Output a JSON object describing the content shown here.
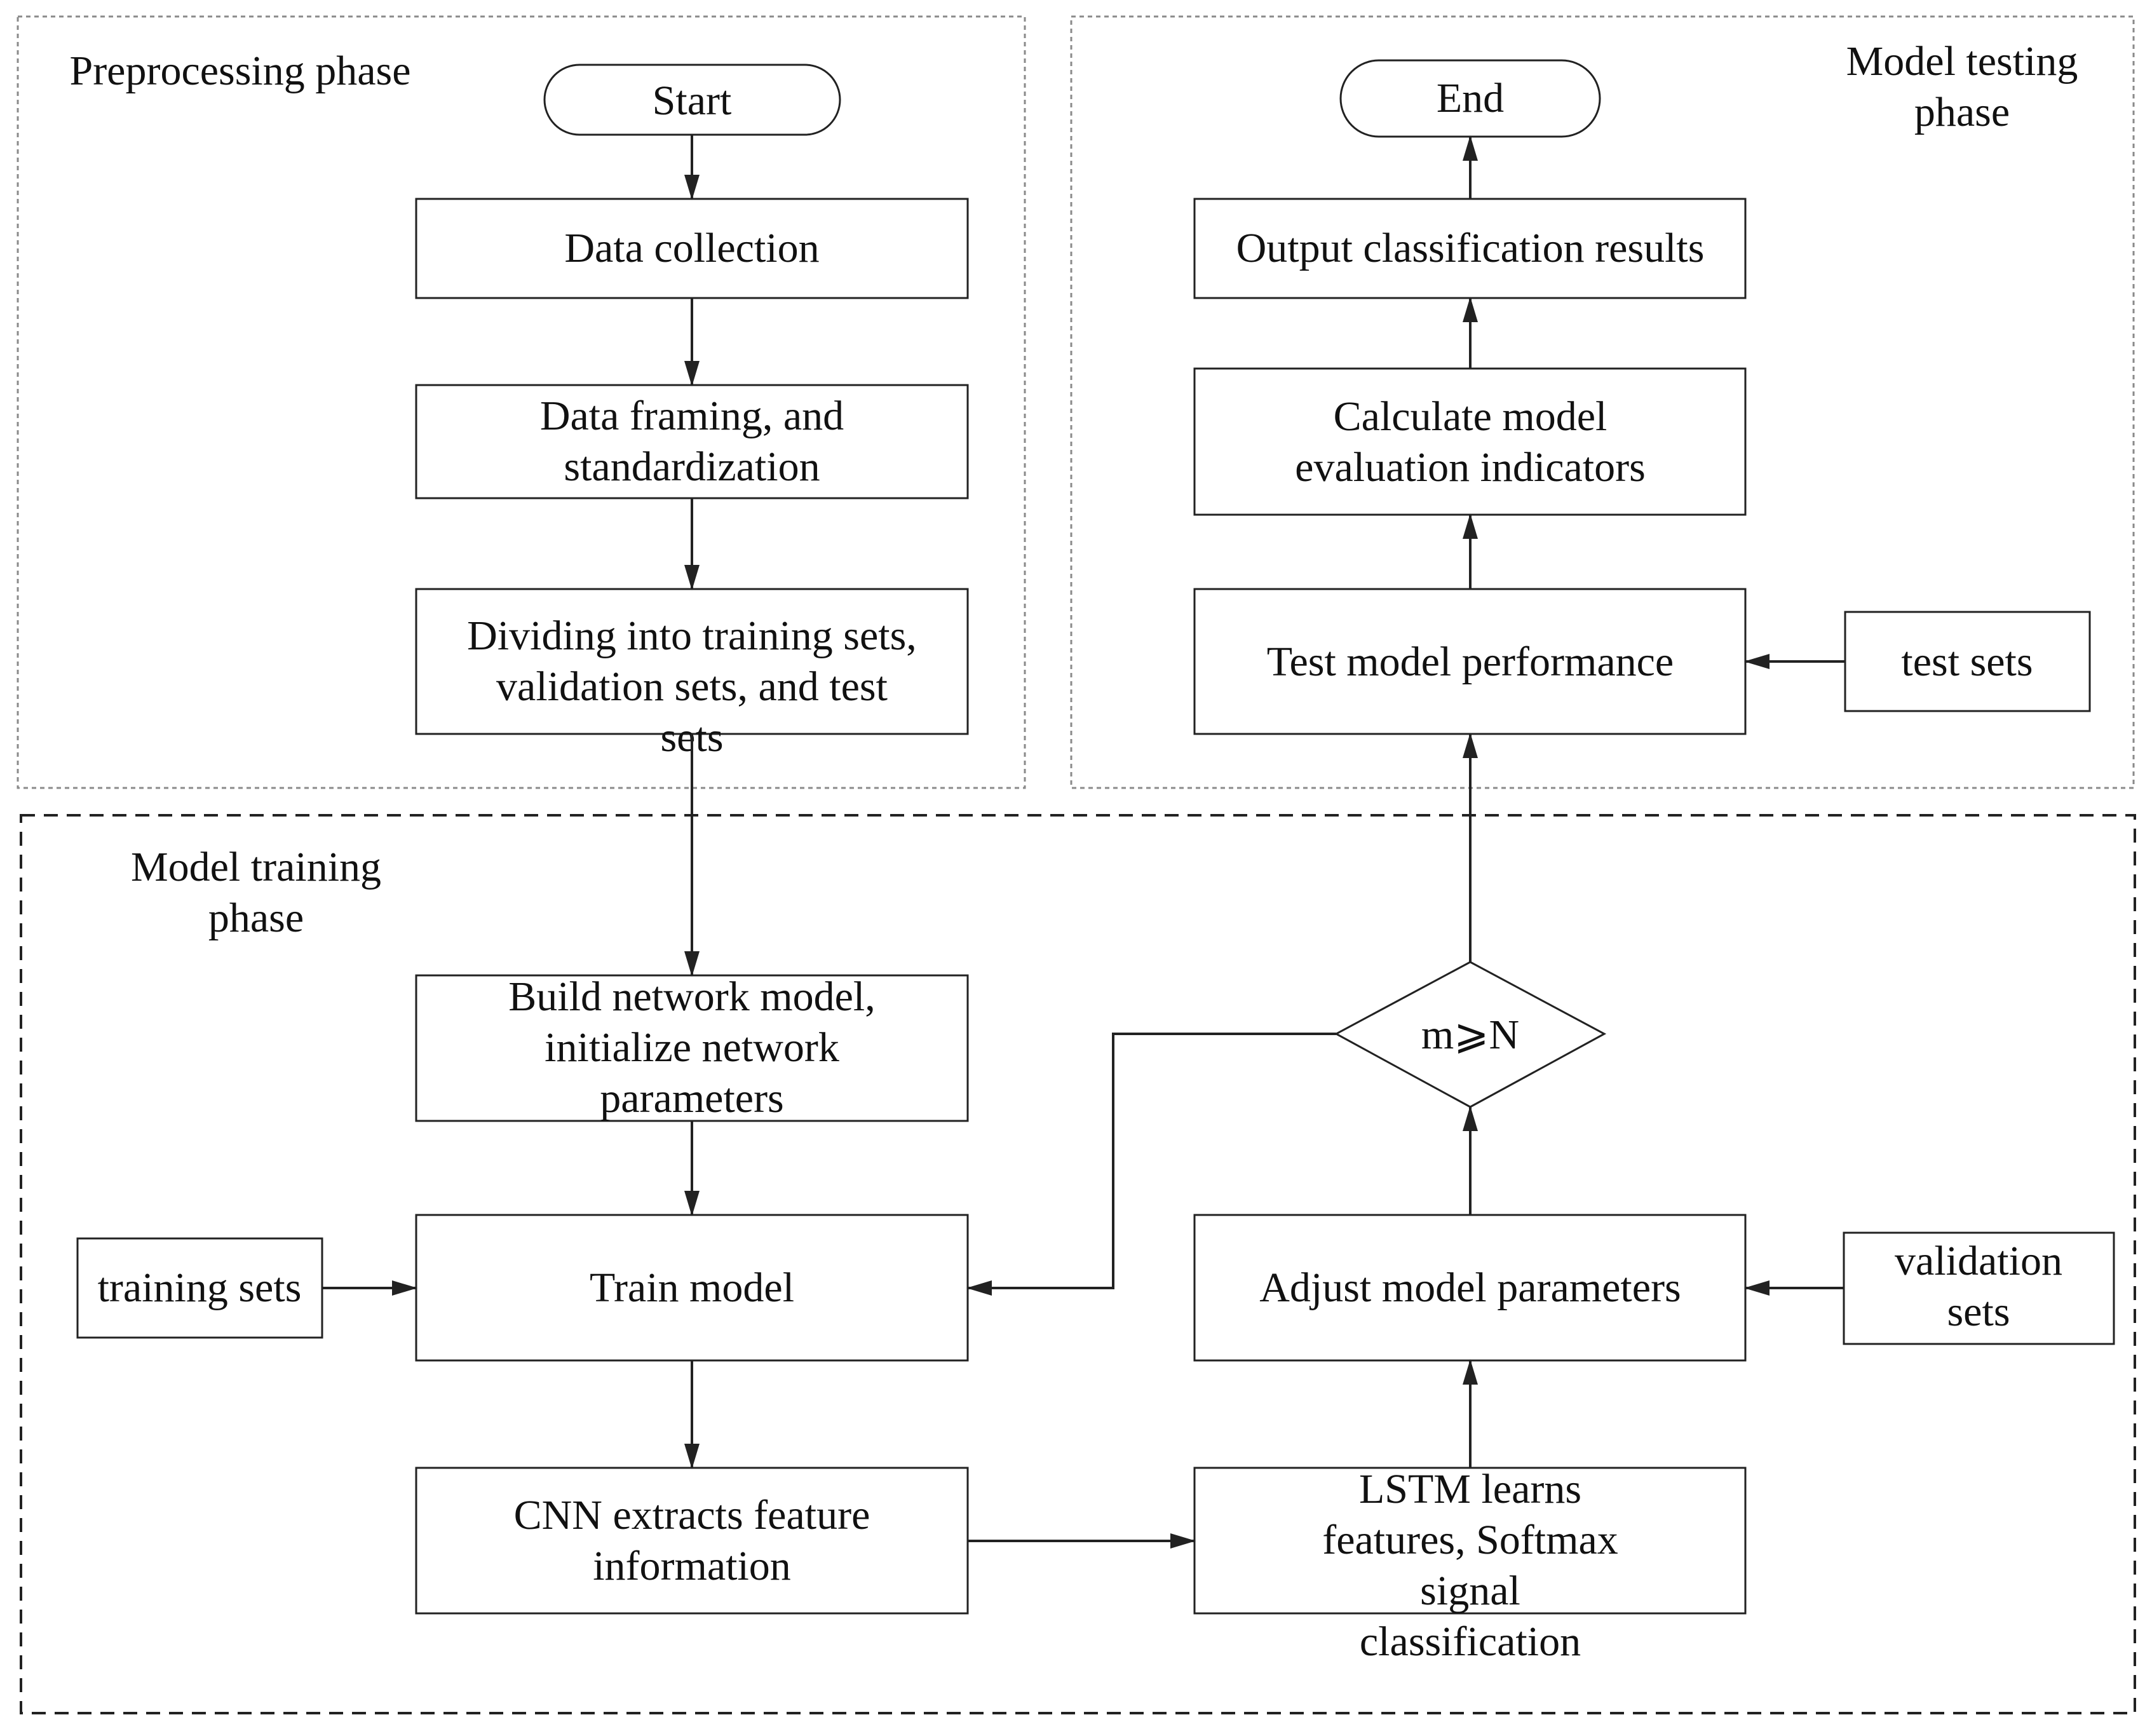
{
  "phases": {
    "preprocessing": {
      "title": "Preprocessing phase"
    },
    "testing": {
      "title": "Model testing phase"
    },
    "training": {
      "title": "Model training phase"
    }
  },
  "nodes": {
    "start": "Start",
    "data_collection": "Data collection",
    "data_framing": "Data framing, and standardization",
    "dividing": "Dividing into training sets, validation sets, and test sets",
    "end": "End",
    "output_results": "Output classification results",
    "calc_indicators": "Calculate model evaluation indicators",
    "test_performance": "Test model performance",
    "test_sets": "test sets",
    "build_model": "Build network model, initialize network parameters",
    "train_model": "Train model",
    "training_sets": "training sets",
    "cnn_extract": "CNN extracts feature information",
    "lstm_learn": "LSTM learns features, Softmax signal classification",
    "adjust_params": "Adjust model parameters",
    "validation_sets": "validation sets",
    "decision": "m⩾N"
  },
  "colors": {
    "line": "#222222",
    "panel_border": "#8a8a8a",
    "background": "#ffffff"
  }
}
